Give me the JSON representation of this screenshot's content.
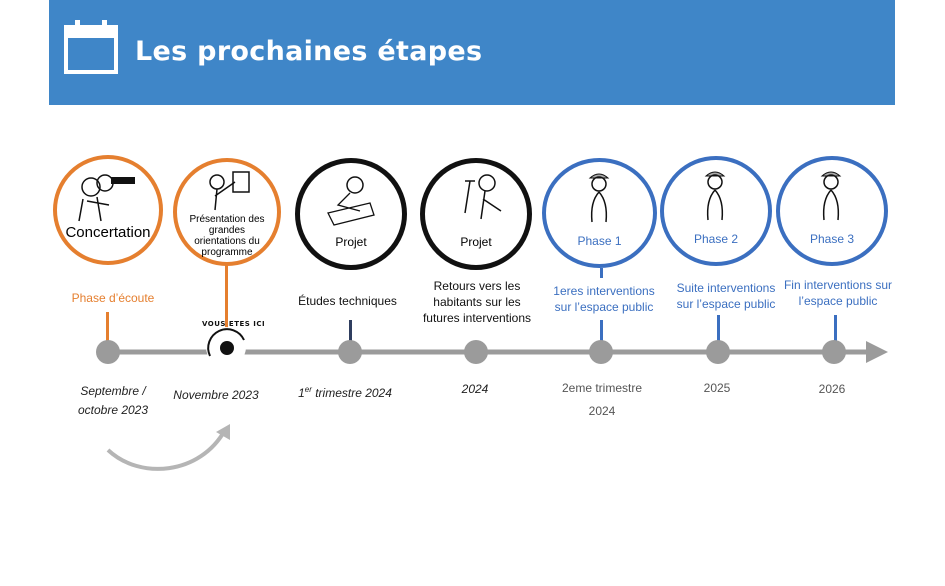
{
  "header": {
    "title": "Les prochaines étapes",
    "icon": "calendar-icon",
    "bg_color": "#3f86c8"
  },
  "colors": {
    "orange": "#e57f2f",
    "black": "#111111",
    "blue": "#3b6fc0",
    "line": "#9b9b9b"
  },
  "steps": [
    {
      "circle_text": "Concertation",
      "label": "Phase d’écoute",
      "date": "Septembre / octobre 2023",
      "style": "orange"
    },
    {
      "circle_text": "Présentation des grandes orientations du programme",
      "label": "",
      "date": "Novembre 2023",
      "style": "orange",
      "marker": "VOUS ETES ICI"
    },
    {
      "circle_text": "Projet",
      "label": "Études techniques",
      "date_sup": "er",
      "date_pre": "1",
      "date_post": " trimestre 2024",
      "style": "black"
    },
    {
      "circle_text": "Projet",
      "label": "Retours vers les habitants sur les futures interventions",
      "date": "2024",
      "style": "black"
    },
    {
      "circle_text": "Phase 1",
      "label": "1eres interventions sur l’espace public",
      "date": "2eme trimestre 2024",
      "style": "blue"
    },
    {
      "circle_text": "Phase 2",
      "label": "Suite  interventions sur l’espace public",
      "date": "2025",
      "style": "blue"
    },
    {
      "circle_text": "Phase 3",
      "label": "Fin interventions sur l’espace public",
      "date": "2026",
      "style": "blue"
    }
  ]
}
